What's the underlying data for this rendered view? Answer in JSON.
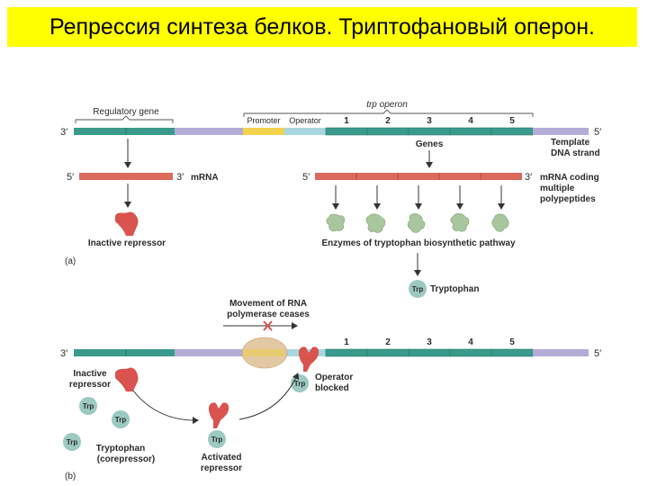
{
  "title": "Репрессия синтеза белков. Триптофановый оперон.",
  "colors": {
    "dna_gene": "#3a9a8c",
    "dna_spacer": "#b4acd6",
    "promoter": "#f3d24c",
    "operator": "#a9d6e0",
    "mrna": "#dc6a5c",
    "repressor": "#d9534f",
    "enzyme": "#a9c79e",
    "trp_circle": "#9cc9c1",
    "rna_polymerase": "#e0c49a",
    "block_x": "#d9534f"
  },
  "panel_a": {
    "label": "(a)",
    "dna": {
      "end_3": "3′",
      "end_5": "5′",
      "regulatory_gene": "Regulatory gene",
      "trp_operon": "trp operon",
      "promoter": "Promoter",
      "operator": "Operator",
      "gene_numbers": [
        "1",
        "2",
        "3",
        "4",
        "5"
      ],
      "template_line1": "Template",
      "template_line2": "DNA strand",
      "genes": "Genes"
    },
    "mrna_left": {
      "end_5": "5′",
      "end_3": "3′",
      "label": "mRNA"
    },
    "mrna_right": {
      "end_5": "5′",
      "end_3": "3′",
      "label_line1": "mRNA coding",
      "label_line2": "multiple",
      "label_line3": "polypeptides"
    },
    "inactive_repressor": "Inactive repressor",
    "enzymes": "Enzymes of tryptophan biosynthetic pathway",
    "trp": "Trp",
    "tryptophan": "Tryptophan"
  },
  "panel_b": {
    "label": "(b)",
    "movement_line1": "Movement of RNA",
    "movement_line2": "polymerase ceases",
    "end_3": "3′",
    "end_5": "5′",
    "gene_numbers": [
      "1",
      "2",
      "3",
      "4",
      "5"
    ],
    "inactive_line1": "Inactive",
    "inactive_line2": "repressor",
    "trp": "Trp",
    "tryptophan_line1": "Tryptophan",
    "tryptophan_line2": "(corepressor)",
    "activated_line1": "Activated",
    "activated_line2": "repressor",
    "operator_blocked_line1": "Operator",
    "operator_blocked_line2": "blocked"
  }
}
